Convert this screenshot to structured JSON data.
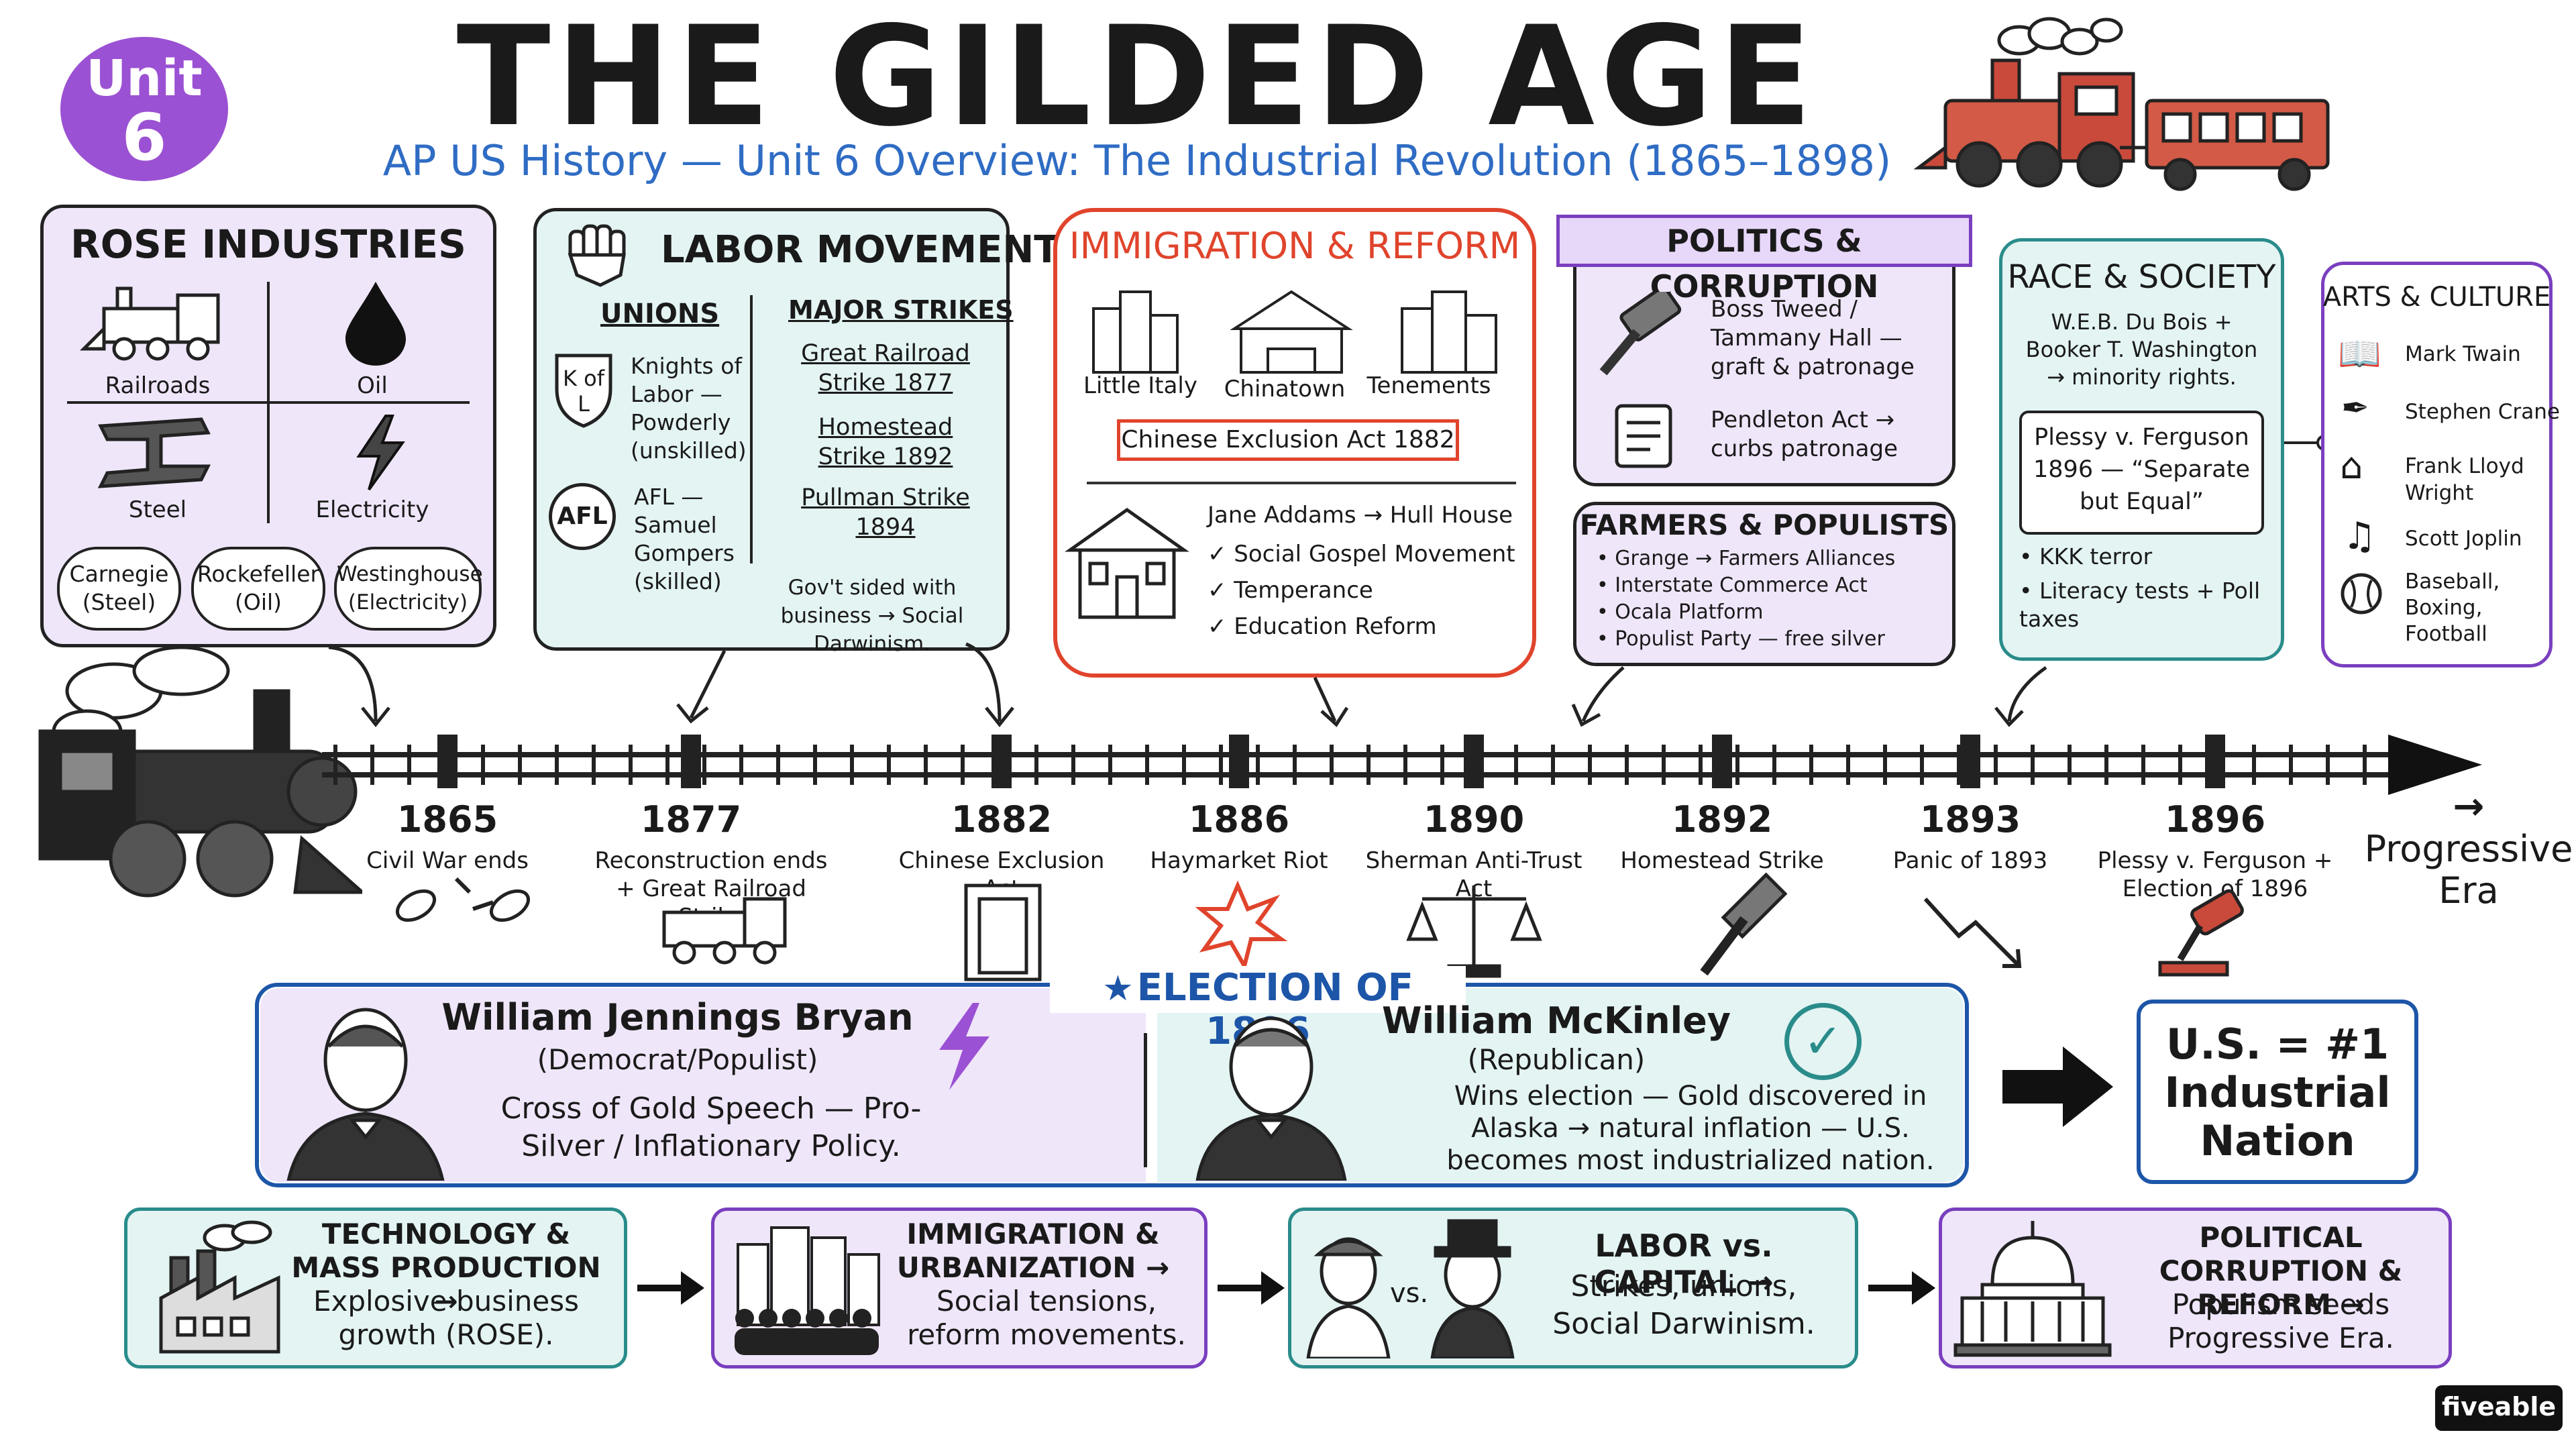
{
  "badge": {
    "line1": "Unit",
    "line2": "6"
  },
  "title": "THE GILDED AGE",
  "subtitle": "AP US History — Unit 6 Overview: The Industrial Revolution (1865–1898)",
  "rose": {
    "heading": "ROSE INDUSTRIES",
    "items": [
      "Railroads",
      "Oil",
      "Steel",
      "Electricity"
    ],
    "people": [
      "Carnegie\n(Steel)",
      "Rockefeller\n(Oil)",
      "Westinghouse\n(Electricity)"
    ]
  },
  "labor": {
    "heading": "LABOR MOVEMENT",
    "unions_heading": "UNIONS",
    "kol_badge": "K of L",
    "kol_text": "Knights of Labor — Powderly (unskilled)",
    "afl_badge": "AFL",
    "afl_text": "AFL — Samuel Gompers (skilled)",
    "strikes_heading": "MAJOR STRIKES",
    "strikes": [
      "Great Railroad Strike 1877",
      "Homestead Strike 1892",
      "Pullman Strike 1894"
    ],
    "note": "Gov't sided with business → Social Darwinism."
  },
  "immigration": {
    "heading": "IMMIGRATION & REFORM",
    "places": [
      "Little Italy",
      "Chinatown",
      "Tenements"
    ],
    "act": "Chinese Exclusion Act 1882",
    "hull": "Jane Addams → Hull House",
    "checks": [
      "Social Gospel Movement",
      "Temperance",
      "Education Reform"
    ]
  },
  "politics": {
    "heading": "POLITICS & CORRUPTION",
    "tweed": "Boss Tweed / Tammany Hall — graft & patronage",
    "pendleton": "Pendleton Act → curbs patronage"
  },
  "farmers": {
    "heading": "FARMERS & POPULISTS",
    "items": [
      "Grange → Farmers Alliances",
      "Interstate Commerce Act",
      "Ocala Platform",
      "Populist Party — free silver"
    ]
  },
  "race": {
    "heading": "RACE & SOCIETY",
    "dubois": "W.E.B. Du Bois + Booker T. Washington → minority rights.",
    "plessy": "Plessy v. Ferguson 1896 — “Separate but Equal”",
    "items": [
      "KKK terror",
      "Literacy tests + Poll taxes"
    ]
  },
  "arts": {
    "heading": "ARTS & CULTURE",
    "items": [
      "Mark Twain",
      "Stephen Crane",
      "Frank Lloyd Wright",
      "Scott Joplin",
      "Baseball, Boxing, Football"
    ]
  },
  "timeline": {
    "events": [
      {
        "year": "1865",
        "label": "Civil War ends"
      },
      {
        "year": "1877",
        "label": "Reconstruction ends + Great Railroad Strike"
      },
      {
        "year": "1882",
        "label": "Chinese Exclusion Act"
      },
      {
        "year": "1886",
        "label": "Haymarket Riot"
      },
      {
        "year": "1890",
        "label": "Sherman Anti-Trust Act"
      },
      {
        "year": "1892",
        "label": "Homestead Strike"
      },
      {
        "year": "1893",
        "label": "Panic of 1893"
      },
      {
        "year": "1896",
        "label": "Plessy v. Ferguson + Election of 1896"
      }
    ],
    "end_arrow": "→",
    "end_label": "Progressive Era"
  },
  "election": {
    "heading": "ELECTION OF 1896",
    "bryan_name": "William Jennings Bryan",
    "bryan_party": "(Democrat/Populist)",
    "bryan_text": "Cross of Gold Speech — Pro-Silver / Inflationary Policy.",
    "mck_name": "William McKinley",
    "mck_party": "(Republican)",
    "mck_text": "Wins election — Gold discovered in Alaska → natural inflation — U.S. becomes most industrialized nation.",
    "result": "U.S. = #1 Industrial Nation"
  },
  "themes": [
    {
      "title": "TECHNOLOGY & MASS PRODUCTION →",
      "text": "Explosive business growth (ROSE)."
    },
    {
      "title": "IMMIGRATION & URBANIZATION →",
      "text": "Social tensions, reform movements."
    },
    {
      "title": "LABOR vs. CAPITAL →",
      "text": "Strikes, unions, Social Darwinism.",
      "vs": "vs."
    },
    {
      "title": "POLITICAL CORRUPTION & REFORM →",
      "text": "Populism seeds Progressive Era."
    }
  ],
  "logo": "fiveable",
  "colors": {
    "purple": "#9b59d6",
    "purple_fill": "#efe6fa",
    "teal": "#2a8c8a",
    "teal_fill": "#e3f4f3",
    "red": "#e0442c",
    "blue": "#1d56a8",
    "blue_text": "#2f6cc4"
  }
}
